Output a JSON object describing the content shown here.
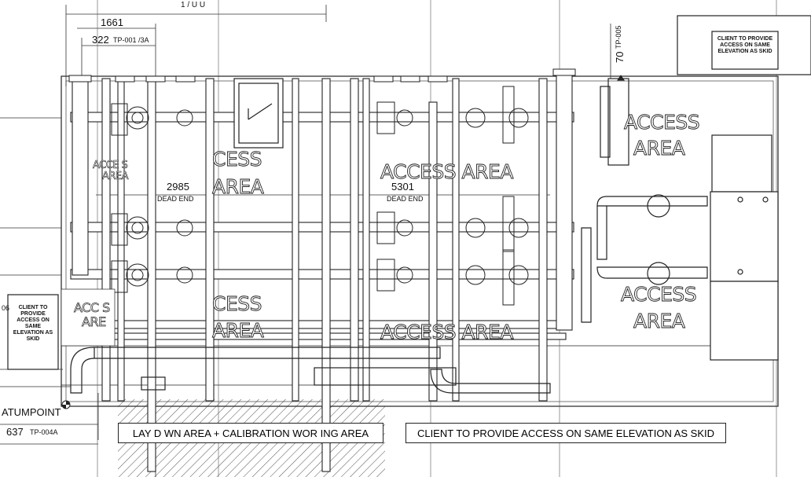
{
  "drawing": {
    "dimensions": {
      "top_width": "1661",
      "offset_322": "322",
      "tag_tp001": "TP-001 /3A",
      "offset_70": "70",
      "tag_tp005": "TP-005",
      "dead_end_left_value": "2985",
      "dead_end_left_label": "DEAD END",
      "dead_end_right_value": "5301",
      "dead_end_right_label": "DEAD END",
      "datum_label": "ATUMPOINT",
      "offset_637": "637",
      "tag_tp004a": "TP-004A"
    },
    "access_areas": {
      "label_access": "ACCESS",
      "label_area": "AREA",
      "center_top": "ACCESS AREA",
      "center_bottom": "ACCESS AREA",
      "left_small_access": "ACCE S",
      "left_small_area": "AREA",
      "left_bottom_access": "ACC S",
      "left_bottom_area": "ARE",
      "mid_access_1": "CESS",
      "mid_area_1": "AREA",
      "mid_access_2": "CESS",
      "mid_area_2": "AREA",
      "right_top_access": "ACCESS",
      "right_top_area": "AREA",
      "right_bottom_access": "ACCESS",
      "right_bottom_area": "AREA"
    },
    "notes": {
      "client_top_right": "CLIENT TO PROVIDE ACCESS ON SAME ELEVATION AS SKID",
      "client_left": "CLIENT TO PROVIDE ACCESS ON SAME ELEVATION AS SKID",
      "left_edge_fragment": "06"
    },
    "banners": {
      "laydown": "LAY D WN AREA + CALIBRATION WOR ING AREA",
      "client_bottom": "CLIENT TO PROVIDE ACCESS ON SAME ELEVATION AS SKID"
    },
    "top_cut_text": "1 / U U"
  }
}
